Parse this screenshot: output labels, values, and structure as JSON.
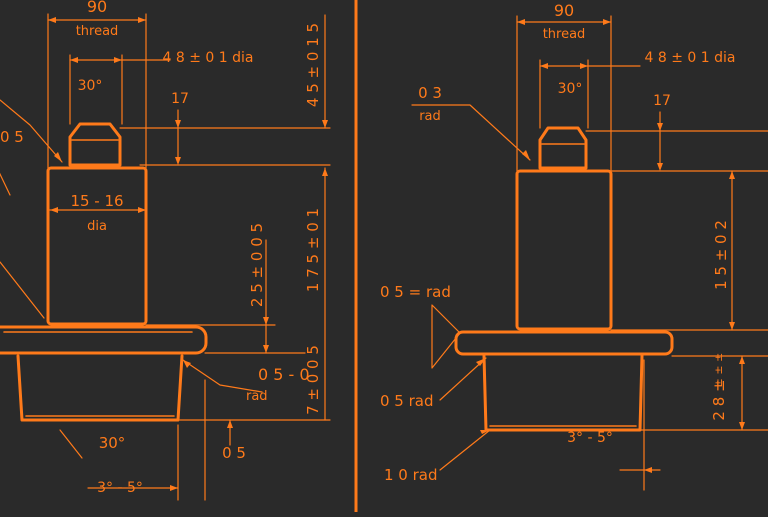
{
  "drawing": {
    "colors": {
      "background": "#2a2a2a",
      "ink": "#ff7a1a"
    },
    "left_view": {
      "dim_thread_width": "90",
      "thread_label": "thread",
      "dim_thread_dia": "4 8 ± 0 1 dia",
      "dim_chamfer_angle": "30°",
      "dim_17": "17",
      "dim_height_vertical_top": "4 5 ± 0 1 5",
      "dim_rad_05": "0 5",
      "dim_body_dia": "15 - 16",
      "dia_label": "dia",
      "dim_25": "2 5 ± 0 0 5",
      "dim_175": "1 7 5 ± 0 1",
      "dim_7005": "7 ± 0 0 5",
      "dim_base_rad": "0 5 - 0",
      "rad_label": "rad",
      "dim_base_angle": "30°",
      "dim_bottom_05": "0 5",
      "dim_taper": "3° - 5°"
    },
    "right_view": {
      "dim_thread_width": "90",
      "thread_label": "thread",
      "dim_thread_dia": "4 8 ± 0 1 dia",
      "dim_03": "0 3",
      "rad_label_top": "rad",
      "dim_chamfer_angle": "30°",
      "dim_17": "17",
      "dim_15": "1 5 ± 0 2",
      "dim_05_rad": "0 5 = rad",
      "dim_05_rad_lower": "0 5 rad",
      "dim_10_rad": "1 0 rad",
      "dim_taper": "3° - 5°",
      "dim_28": "2 8 ±",
      "dim_28_small": "± ± ±"
    }
  }
}
